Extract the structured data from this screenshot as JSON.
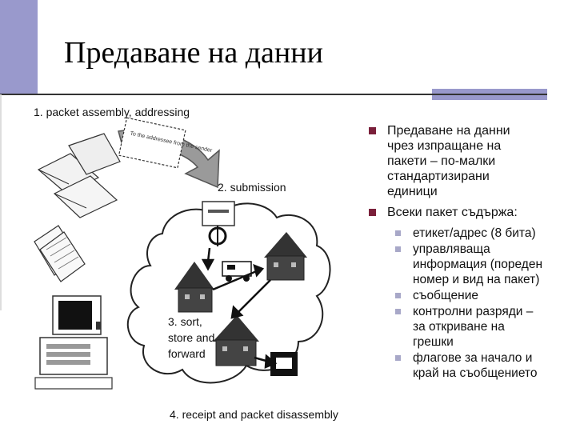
{
  "slide": {
    "title": "Предаване на данни"
  },
  "diagram": {
    "step1": "1. packet assembly, addressing",
    "step2": "2. submission",
    "step3_line1": "3. sort,",
    "step3_line2": "store and",
    "step3_line3": "forward",
    "step4": "4. receipt and packet disassembly",
    "envelope_text": "To the addressee from the sender"
  },
  "bullets": [
    {
      "text_lines": [
        "Предаване на данни",
        "чрез изпращане на",
        "пакети – по-малки",
        "стандартизирани",
        "единици"
      ]
    },
    {
      "text_lines": [
        "Всеки пакет съдържа:"
      ]
    }
  ],
  "sub_bullets": [
    {
      "text_lines": [
        "етикет/адрес (8 бита)"
      ]
    },
    {
      "text_lines": [
        "управляваща",
        "информация (пореден",
        "номер и вид на пакет)"
      ]
    },
    {
      "text_lines": [
        "съобщение"
      ]
    },
    {
      "text_lines": [
        "контролни разряди –",
        "за откриване на",
        "грешки"
      ]
    },
    {
      "text_lines": [
        "флагове за начало и",
        "край на съобщението"
      ]
    }
  ],
  "colors": {
    "accent_bar": "#9999cc",
    "bullet_primary": "#7a1f3a",
    "bullet_secondary": "#a8a8c8"
  }
}
